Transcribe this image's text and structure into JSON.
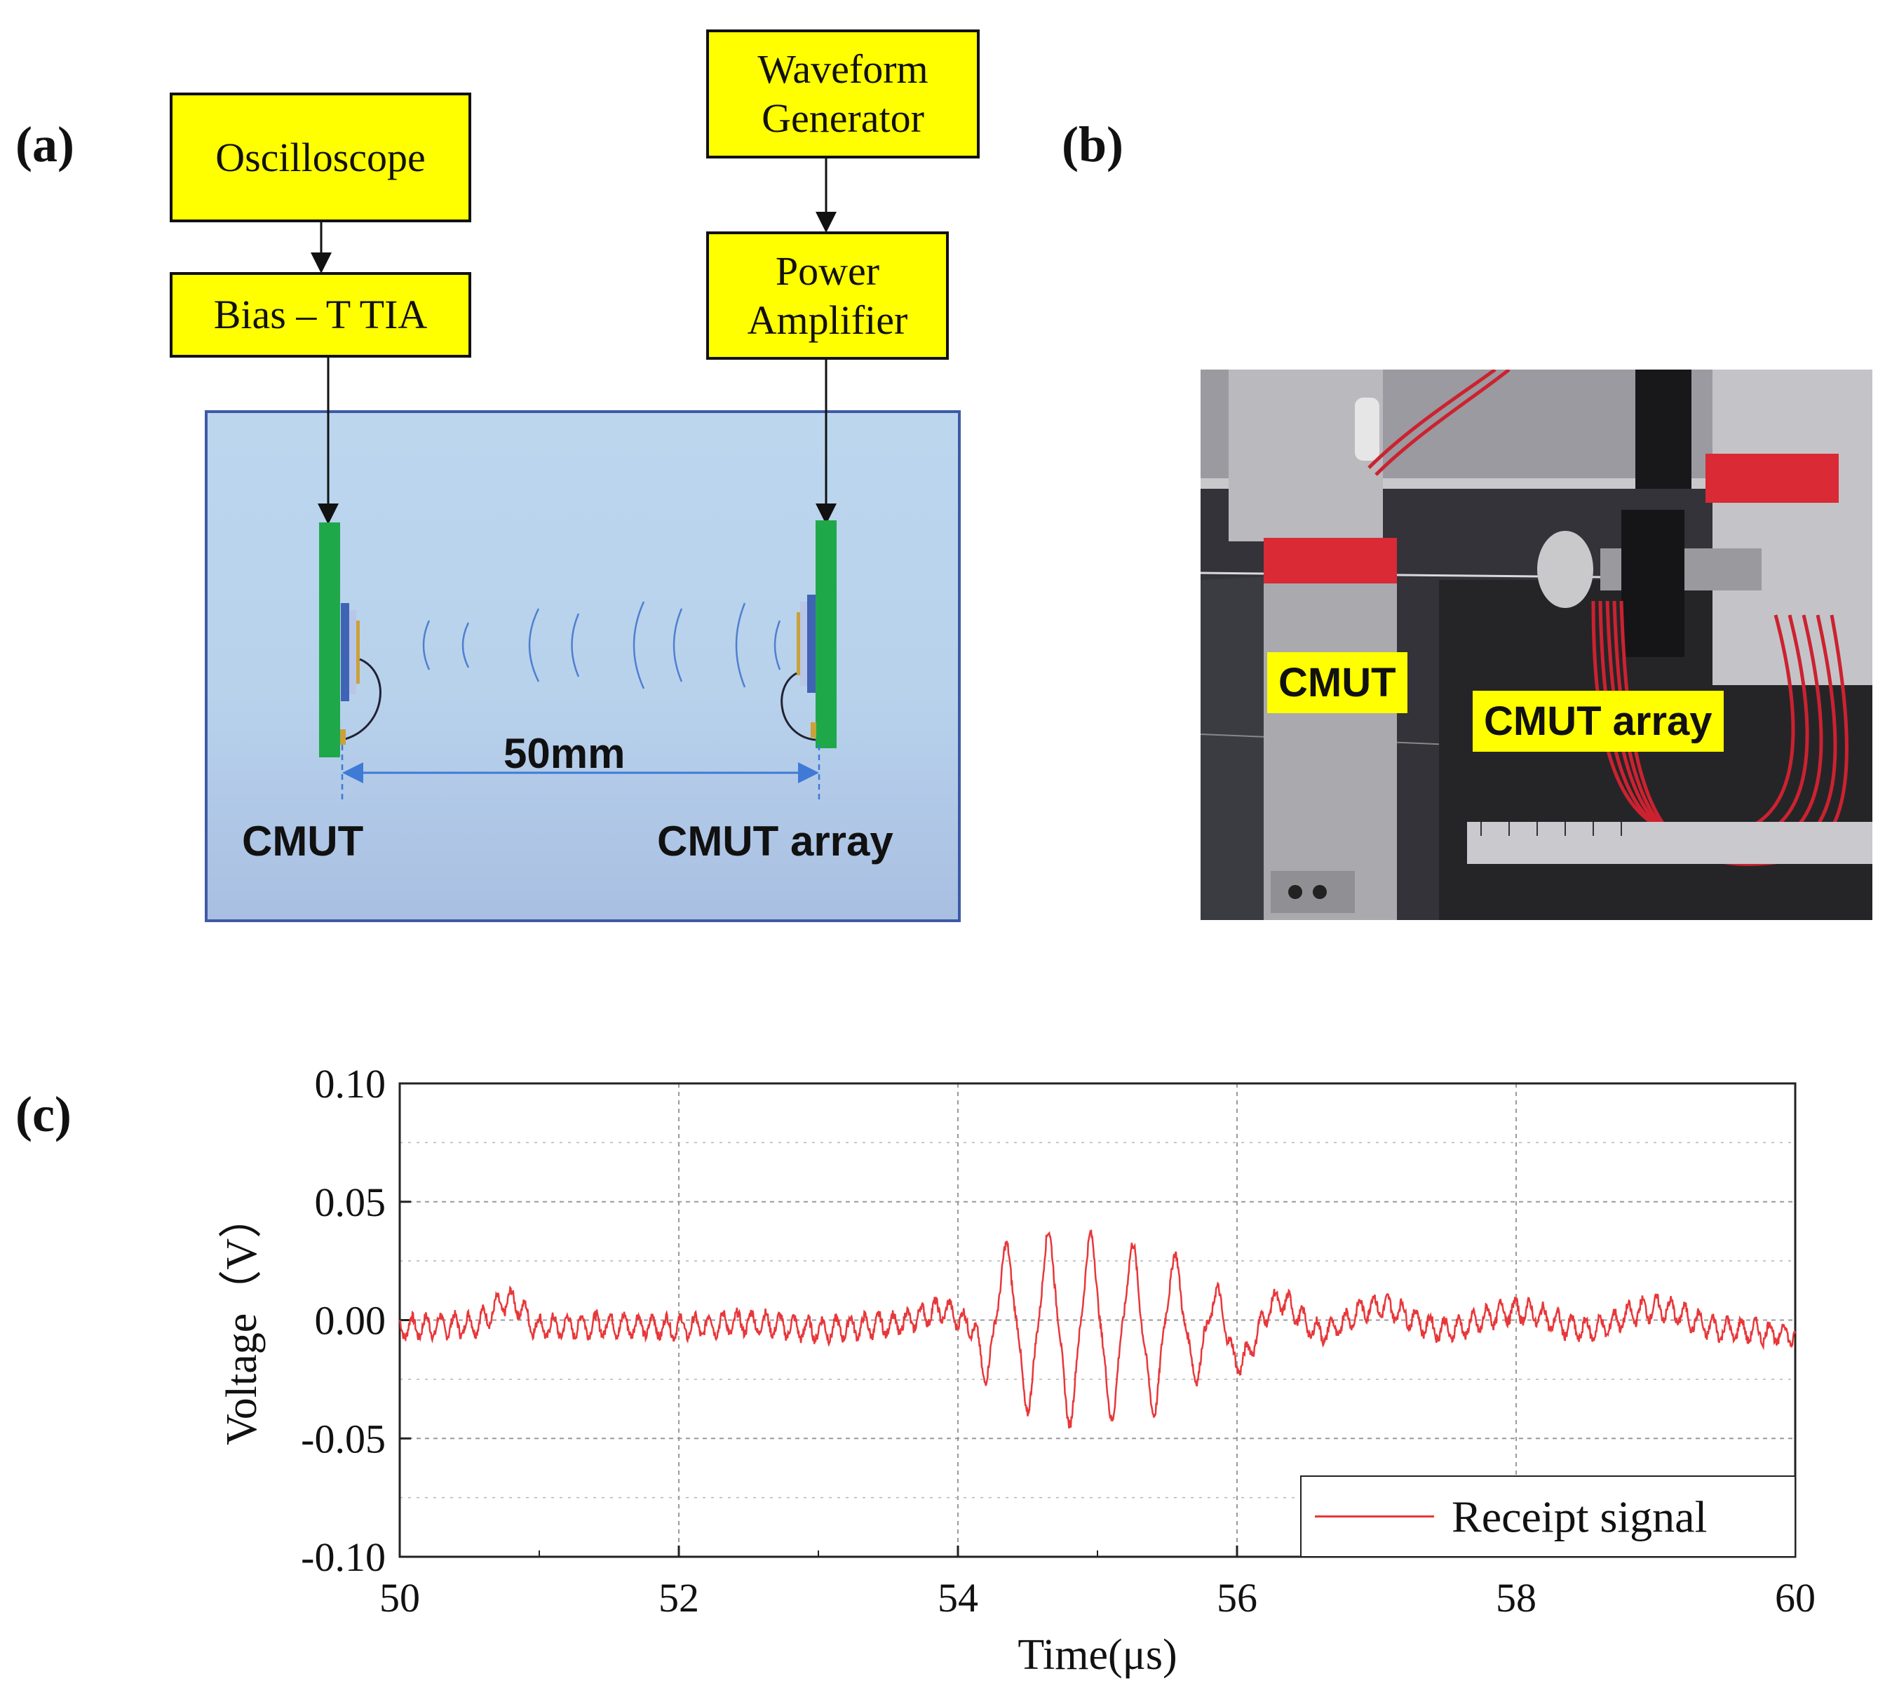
{
  "panels": {
    "a": "(a)",
    "b": "(b)",
    "c": "(c)"
  },
  "diagram": {
    "boxes": {
      "oscilloscope": "Oscilloscope",
      "bias_tia": "Bias – T TIA",
      "waveform_generator_line1": "Waveform",
      "waveform_generator_line2": "Generator",
      "power_amplifier_line1": "Power",
      "power_amplifier_line2": "Amplifier"
    },
    "distance_label": "50mm",
    "left_device_label": "CMUT",
    "right_device_label": "CMUT array",
    "colors": {
      "box_fill": "#ffff00",
      "pcb": "#1fa84a",
      "water": "#bcd6ee",
      "tank_border": "#3e5aa6"
    }
  },
  "photo": {
    "tag_cmut": "CMUT",
    "tag_cmut_array": "CMUT array"
  },
  "chart_data": {
    "type": "line",
    "title": "",
    "xlabel": "Time(μs)",
    "ylabel": "Voltage（V）",
    "xlim": [
      50,
      60
    ],
    "ylim": [
      -0.1,
      0.1
    ],
    "xticks": [
      "50",
      "52",
      "54",
      "56",
      "58",
      "60"
    ],
    "yticks": [
      "0.10",
      "0.05",
      "0.00",
      "-0.05",
      "-0.10"
    ],
    "grid": true,
    "legend_position": "bottom-right",
    "series": [
      {
        "name": "Receipt signal",
        "color": "#e8373a",
        "x": [
          50.0,
          50.5,
          50.8,
          51.0,
          51.5,
          52.0,
          52.5,
          53.0,
          53.5,
          53.9,
          54.1,
          54.2,
          54.35,
          54.5,
          54.65,
          54.8,
          54.95,
          55.1,
          55.25,
          55.4,
          55.55,
          55.7,
          55.85,
          56.0,
          56.3,
          56.6,
          57.0,
          57.5,
          58.0,
          58.5,
          59.0,
          59.5,
          60.0
        ],
        "y": [
          -0.003,
          -0.002,
          0.008,
          -0.003,
          -0.002,
          -0.003,
          -0.001,
          -0.004,
          -0.002,
          0.004,
          -0.002,
          -0.022,
          0.028,
          -0.035,
          0.033,
          -0.04,
          0.032,
          -0.038,
          0.028,
          -0.036,
          0.024,
          -0.022,
          0.01,
          -0.018,
          0.008,
          -0.005,
          0.006,
          -0.004,
          0.004,
          -0.004,
          0.005,
          -0.004,
          -0.006
        ]
      }
    ]
  }
}
